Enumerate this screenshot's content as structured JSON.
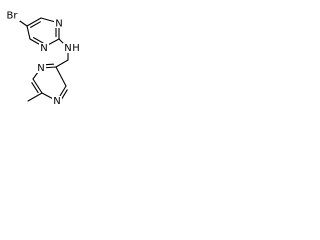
{
  "structure": {
    "atoms": [
      {
        "id": "br",
        "label": "Br"
      },
      {
        "id": "n_a",
        "label": "N"
      },
      {
        "id": "n_b",
        "label": "N"
      },
      {
        "id": "nh",
        "label": "N"
      },
      {
        "id": "h",
        "label": "H"
      },
      {
        "id": "n_c",
        "label": "N"
      },
      {
        "id": "n_d",
        "label": "N"
      }
    ],
    "bonds": [
      {
        "from": "br",
        "to": "c5",
        "order": 1
      },
      {
        "from": "c5",
        "to": "c4",
        "order": 2
      },
      {
        "from": "c4",
        "to": "n_a",
        "order": 1
      },
      {
        "from": "n_a",
        "to": "c2",
        "order": 2
      },
      {
        "from": "c2",
        "to": "n_b",
        "order": 1
      },
      {
        "from": "n_b",
        "to": "c6",
        "order": 2
      },
      {
        "from": "c6",
        "to": "c5",
        "order": 1
      },
      {
        "from": "c2",
        "to": "nh",
        "order": 1
      },
      {
        "from": "nh",
        "to": "ch2",
        "order": 1
      },
      {
        "from": "ch2",
        "to": "pz2",
        "order": 1
      },
      {
        "from": "pz2",
        "to": "n_c",
        "order": 2
      },
      {
        "from": "n_c",
        "to": "pz6",
        "order": 1
      },
      {
        "from": "pz6",
        "to": "pz5",
        "order": 2
      },
      {
        "from": "pz5",
        "to": "n_d",
        "order": 1
      },
      {
        "from": "n_d",
        "to": "pz3",
        "order": 2
      },
      {
        "from": "pz3",
        "to": "pz2",
        "order": 1
      },
      {
        "from": "pz5",
        "to": "me",
        "order": 1
      }
    ]
  }
}
